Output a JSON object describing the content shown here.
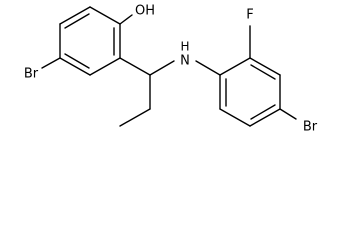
{
  "atom_labels": {
    "oh": "OH",
    "nh": "H",
    "n": "N",
    "f": "F",
    "br_left": "Br",
    "br_right": "Br"
  },
  "colors": {
    "bond": "#000000",
    "background": "#ffffff"
  }
}
